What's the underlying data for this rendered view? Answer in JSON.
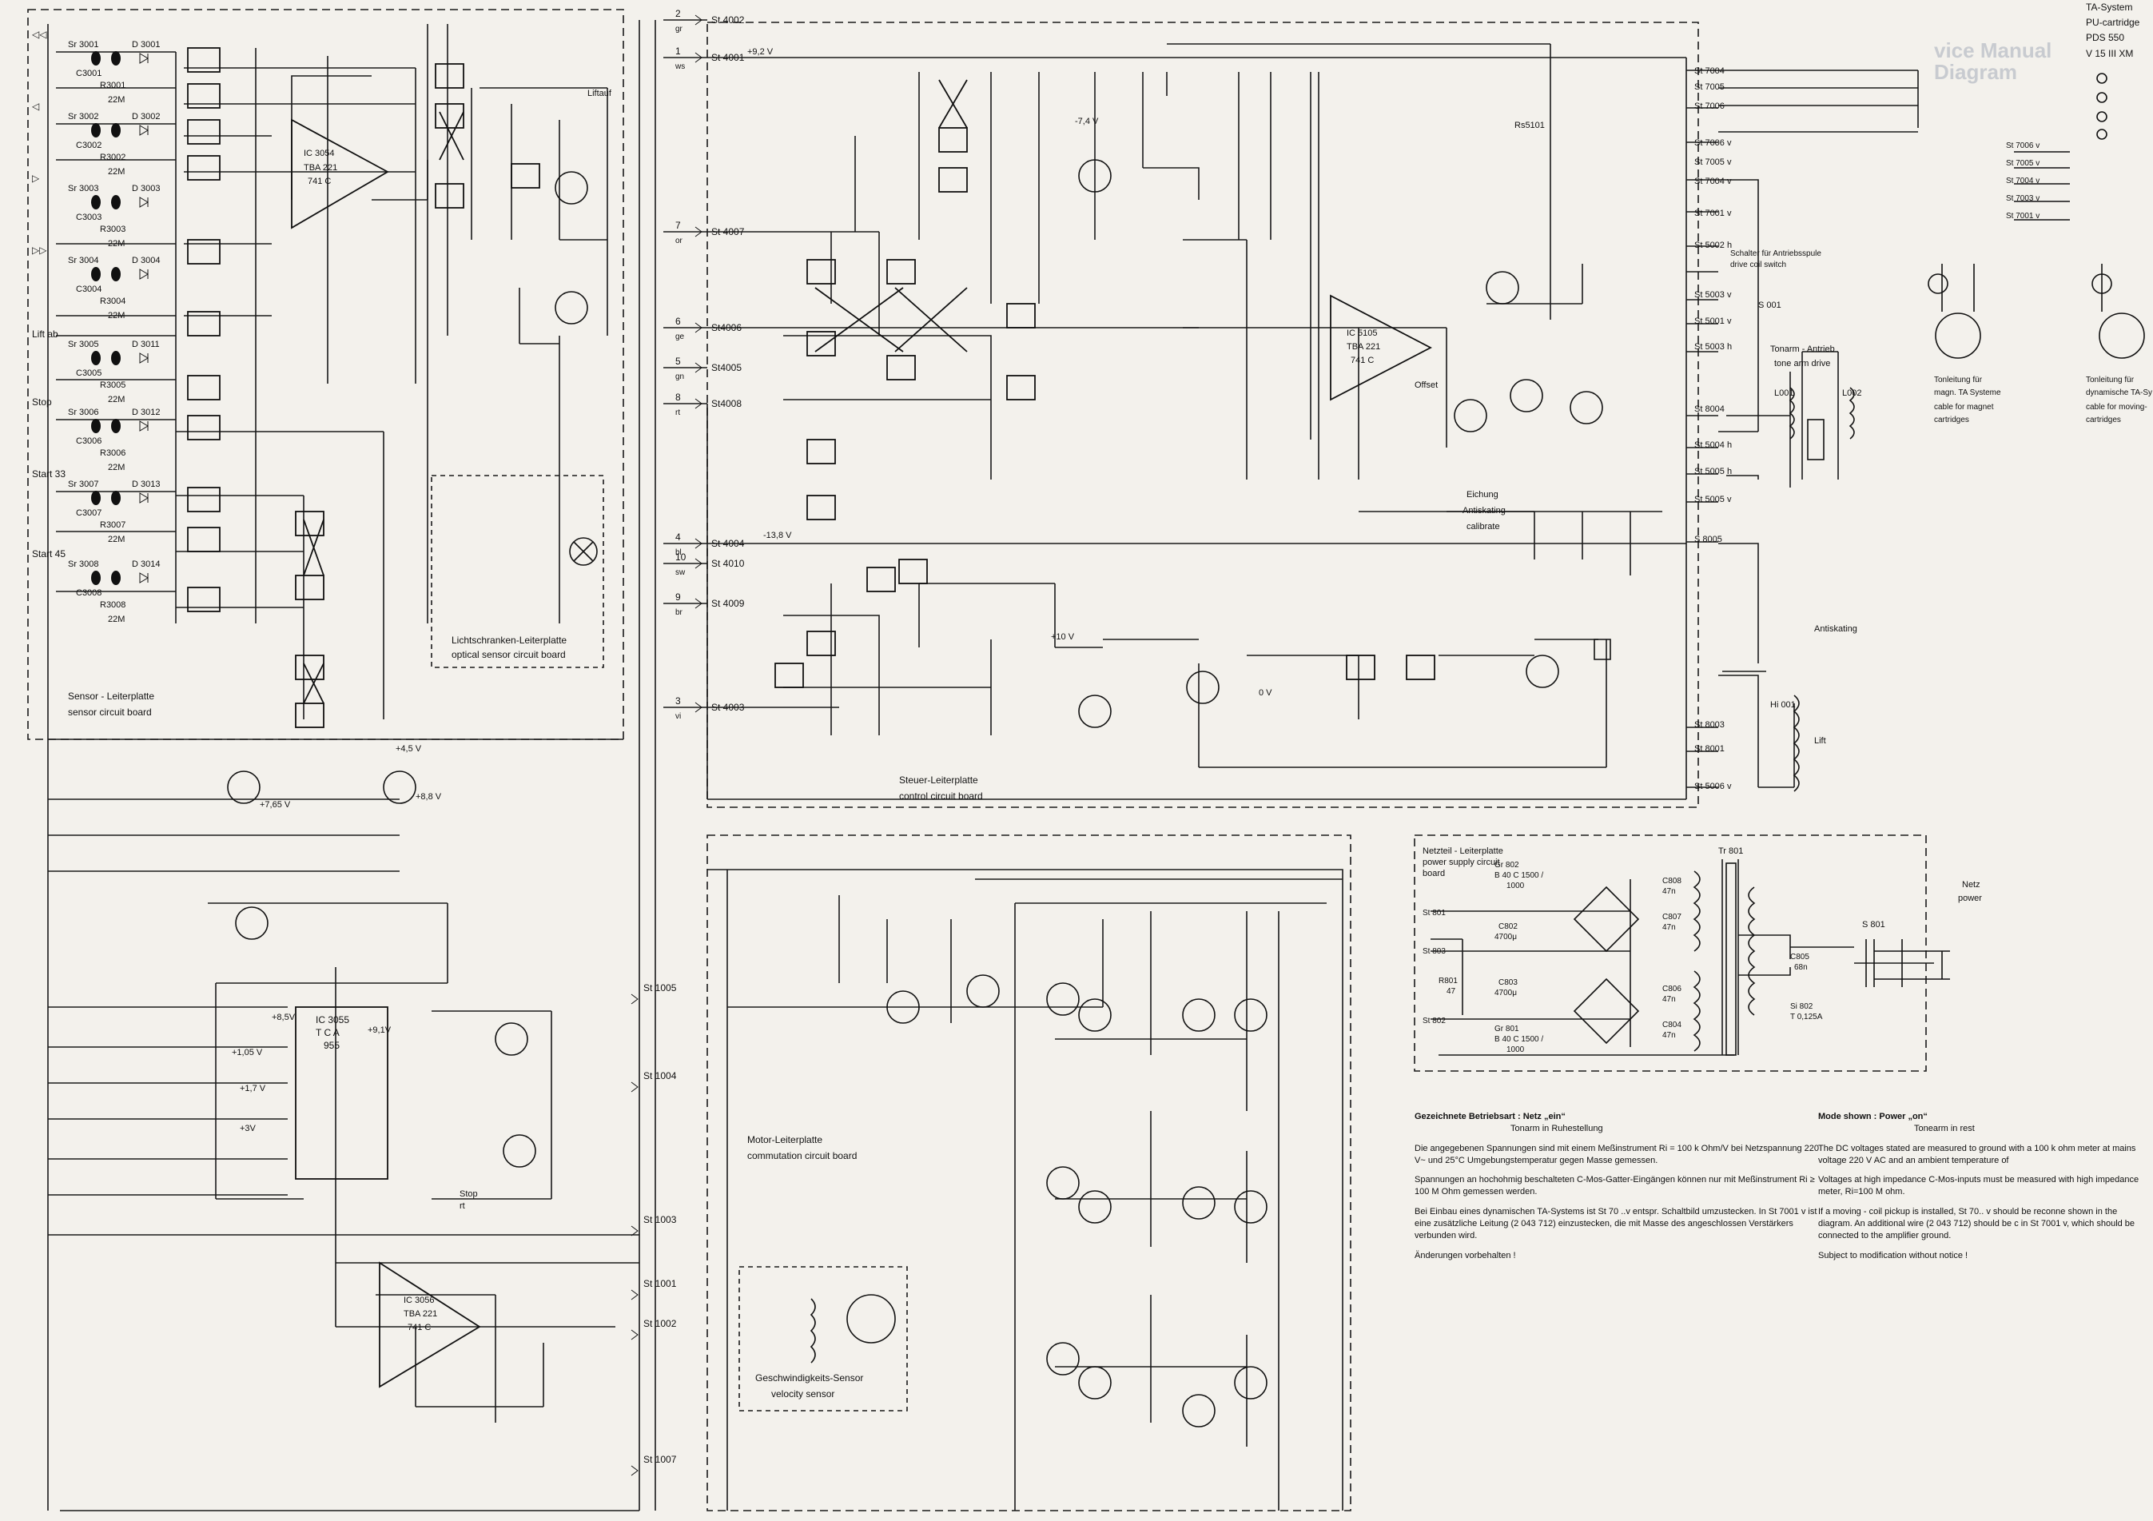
{
  "title_block": [
    "TA-System",
    "PU-cartridge",
    "PDS 550",
    "V 15 III XM"
  ],
  "ghost_title": [
    "vice Manual",
    "Diagram"
  ],
  "boards": {
    "sensor": [
      "Sensor - Leiterplatte",
      "sensor circuit board"
    ],
    "optical": [
      "Lichtschranken-Leiterplatte",
      "optical sensor circuit board"
    ],
    "control": [
      "Steuer-Leiterplatte",
      "control circuit board"
    ],
    "commutation": [
      "Motor-Leiterplatte",
      "commutation circuit board"
    ],
    "velocity": [
      "Geschwindigkeits-Sensor",
      "velocity sensor"
    ],
    "psu": [
      "Netzteil - Leiterplatte",
      "power supply circuit",
      "board"
    ]
  },
  "sensor_switches": [
    {
      "name": "Sr 3001",
      "cap": "C3001",
      "res": "R3001",
      "val": "22M",
      "diode": "D 3001",
      "label": "◁◁"
    },
    {
      "name": "Sr 3002",
      "cap": "C3002",
      "res": "R3002",
      "val": "22M",
      "diode": "D 3002",
      "label": "◁"
    },
    {
      "name": "Sr 3003",
      "cap": "C3003",
      "res": "R3003",
      "val": "22M",
      "diode": "D 3003",
      "label": "▷"
    },
    {
      "name": "Sr 3004",
      "cap": "C3004",
      "res": "R3004",
      "val": "22M",
      "diode": "D 3004",
      "label": "▷▷"
    },
    {
      "name": "Sr 3005",
      "cap": "C3005",
      "res": "R3005",
      "val": "22M",
      "diode": "D 3011",
      "label": "Lift ab"
    },
    {
      "name": "Sr 3006",
      "cap": "C3006",
      "res": "R3006",
      "val": "22M",
      "diode": "D 3012",
      "label": "Stop"
    },
    {
      "name": "Sr 3007",
      "cap": "C3007",
      "res": "R3007",
      "val": "22M",
      "diode": "D 3013",
      "label": "Start 33"
    },
    {
      "name": "Sr 3008",
      "cap": "C3008",
      "res": "R3008",
      "val": "22M",
      "diode": "D 3014",
      "label": "Start 45"
    }
  ],
  "connectors_left": [
    "St 4002",
    "St 4001",
    "St 4007",
    "St4006",
    "St4005",
    "St4008",
    "St 4004",
    "St 4010",
    "St 4009",
    "St 4003"
  ],
  "connector_pins": [
    "2",
    "1",
    "7",
    "6",
    "5",
    "8",
    "4",
    "10",
    "9",
    "3"
  ],
  "connector_colors": [
    "gr",
    "ws",
    "or",
    "ge",
    "gn",
    "rt",
    "bl",
    "sw",
    "br",
    "vi"
  ],
  "motor_connectors": [
    "St 1005",
    "St 1004",
    "St 1003",
    "St 1001",
    "St 1002",
    "St 1007"
  ],
  "right_connectors": [
    "St 7004",
    "St 7005",
    "St 7006",
    "St 7006 v",
    "St 7005 v",
    "St 7004 v",
    "St 7001 v",
    "St 5002 h",
    "St 5003 v",
    "St 5001 v",
    "St 5003 h",
    "St 8004",
    "St 5004 h",
    "St 5005 h",
    "St 5005 v",
    "S 8005",
    "St 8003",
    "St 8001",
    "St 5006 v"
  ],
  "ta_connectors": [
    "St 7006 v",
    "St 7005 v",
    "St 7004 v",
    "St 7003 v",
    "St 7001 v"
  ],
  "ics": [
    {
      "name": "IC 3054",
      "type": "TBA 221",
      "sub": "741 C"
    },
    {
      "name": "IC 3055",
      "type": "T C A",
      "sub": "955"
    },
    {
      "name": "IC 3056",
      "type": "TBA 221",
      "sub": "741 C"
    },
    {
      "name": "IC 5105",
      "type": "TBA 221",
      "sub": "741 C"
    }
  ],
  "labels": {
    "tonarm": [
      "Tonarm - Antrieb",
      "tone arm drive"
    ],
    "tonleitung_mag": [
      "Tonleitung für",
      "magn. TA Systeme",
      "cable for magnet",
      "cartridges"
    ],
    "tonleitung_dyn": [
      "Tonleitung für",
      "dynamische TA-Sy",
      "cable for moving-",
      "cartridges"
    ],
    "schalter": [
      "Schalter für Antriebsspule",
      "drive coil switch"
    ],
    "eichung": [
      "Eichung",
      "Antiskating",
      "calibrate"
    ],
    "antiskating": "Antiskating",
    "hi": "Hi 001",
    "lift": "Lift",
    "netz": [
      "Netz",
      "power"
    ],
    "s801": "S 801",
    "tr801": "Tr 801",
    "s001": "S 001",
    "rs5101": "Rs5101",
    "l001": "L001",
    "l002": "L002",
    "liftauf": "Liftauf",
    "offset": "Offset",
    "stop": "Stop",
    "rt": "rt"
  },
  "psu_parts": [
    "Gr 802",
    "B 40 C 1500 /",
    "1000",
    "C802",
    "4700μ",
    "R801",
    "47",
    "C803",
    "4700μ",
    "Gr 801",
    "B 40 C 1500 /",
    "1000",
    "C808",
    "47n",
    "C807",
    "47n",
    "C806",
    "47n",
    "C804",
    "47n",
    "C805",
    "68n",
    "Si 802",
    "T 0,125A",
    "St 801",
    "St 803",
    "St 802"
  ],
  "voltages": [
    "+9,2 V",
    "-13,8 V",
    "-7,4 V",
    "+8,8 V",
    "+7,65 V",
    "+4,5 V",
    "+10 V",
    "0 V",
    "+1,05 V",
    "+1,7 V",
    "+3V",
    "+8,5V",
    "+9,1V"
  ],
  "notes_de": {
    "mode": "Gezeichnete Betriebsart :   Netz „ein“",
    "sub": "Tonarm in Ruhestellung",
    "p1": "Die angegebenen Spannungen sind mit einem Meßinstrument  Ri = 100 k Ohm/V bei Netzspannung 220 V~ und 25°C Umgebungstemperatur gegen Masse gemessen.",
    "p2": "Spannungen an hochohmig beschalteten C-Mos-Gatter-Eingängen können nur mit Meßinstrument  Ri ≥ 100 M Ohm gemessen werden.",
    "p3": "Bei Einbau eines dynamischen TA-Systems ist St 70 ..v entspr. Schaltbild umzustecken. In St 7001 v ist eine zusätzliche Leitung (2 043 712) einzustecken, die mit Masse des angeschlossen Verstärkers verbunden wird.",
    "p4": "Änderungen vorbehalten !"
  },
  "notes_en": {
    "mode": "Mode shown :   Power „on“",
    "sub": "Tonearm in rest",
    "p1": "The DC voltages stated are measured to ground with a 100 k ohm meter at mains voltage 220 V AC and an ambient temperature of",
    "p2": "Voltages at high impedance C-Mos-inputs must be measured with high impedance meter, Ri=100 M ohm.",
    "p3": "If a moving - coil pickup is installed, St 70.. v should be reconne shown in the diagram. An additional  wire (2 043 712) should be c in St 7001 v, which should be connected to the amplifier ground.",
    "p4": "Subject to modification without notice !"
  }
}
